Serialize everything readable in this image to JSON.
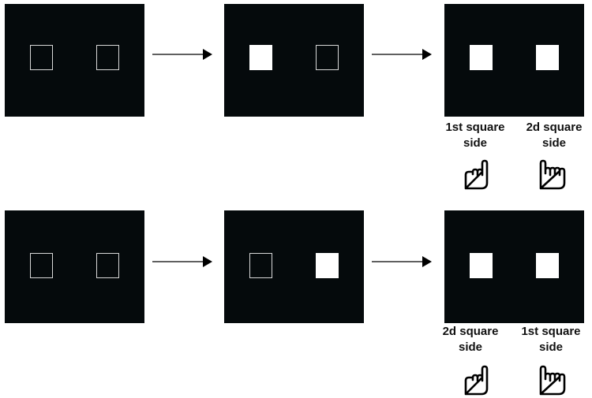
{
  "colors": {
    "screen": "#050a0c",
    "square_outline": "#d8d8d8",
    "square_fill": "#ffffff",
    "arrow": "#000000"
  },
  "top_row": {
    "label_left": {
      "line1": "1st square",
      "line2": "side"
    },
    "label_right": {
      "line1": "2d  square",
      "line2": "side"
    },
    "hand_left_icon": "pointing-hand-index-icon",
    "hand_right_icon": "pointing-hand-two-fingers-icon"
  },
  "bottom_row": {
    "label_left": {
      "line1": "2d  square",
      "line2": "side"
    },
    "label_right": {
      "line1": "1st square",
      "line2": "side"
    },
    "hand_left_icon": "pointing-hand-index-icon",
    "hand_right_icon": "pointing-hand-two-fingers-icon"
  }
}
